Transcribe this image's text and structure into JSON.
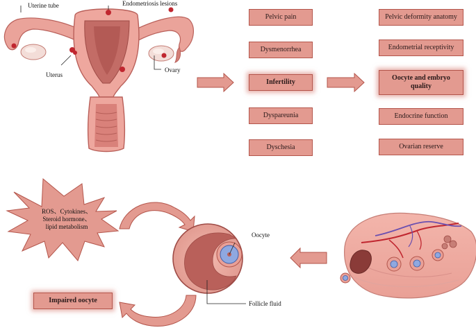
{
  "anatomy_labels": {
    "uterine_tube": "Uterine tube",
    "endometriosis_lesions": "Endometriosis lesions",
    "uterus": "Uterus",
    "ovary": "Ovary"
  },
  "symptoms": [
    "Pelvic pain",
    "Dysmenorrhea",
    "Infertility",
    "Dyspareunia",
    "Dyschesia"
  ],
  "factors": [
    "Pelvic deformity anatomy",
    "Endometrial receptivity",
    "Oocyte and embryo quality",
    "Endocrine function",
    "Ovarian reserve"
  ],
  "microenvironment": {
    "burst_text": "ROS、Cytokines、\nSteroid hormone、\nlipid metabolism"
  },
  "follicle_labels": {
    "oocyte": "Oocyte",
    "follicle_fluid": "Follicle fluid"
  },
  "outcome": {
    "label": "Impaired oocyte"
  },
  "colors": {
    "box_fill": "#e39a90",
    "box_border": "#b3544a",
    "arrow_fill": "#e39a90",
    "tissue_pink": "#ecaaa0",
    "tissue_dark": "#b9605a",
    "oocyte_blue": "#8fa8e0",
    "lesion_red": "#c0262f"
  }
}
